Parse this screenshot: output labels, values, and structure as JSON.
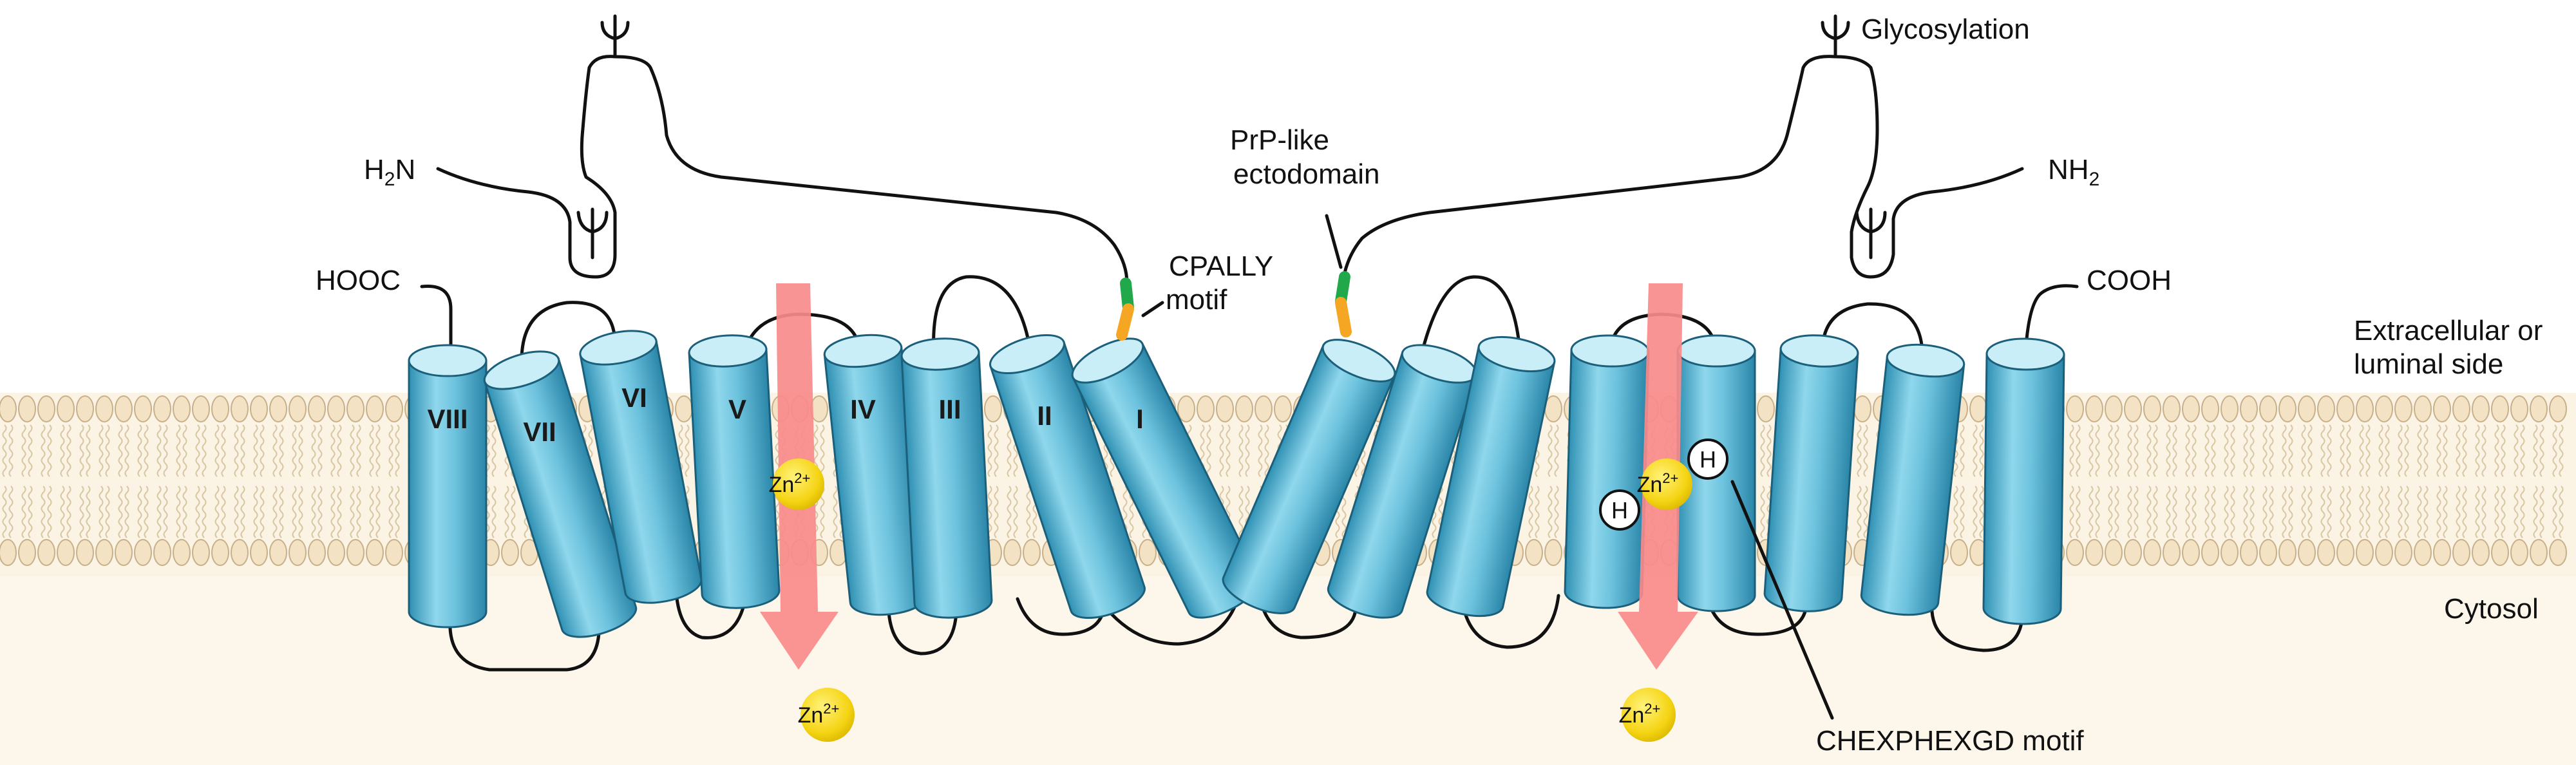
{
  "labels": {
    "glycosylation": "Glycosylation",
    "prp_line1": "PrP-like",
    "prp_line2": "ectodomain",
    "cpally_line1": "CPALLY",
    "cpally_line2": "motif",
    "h2n": "H2N",
    "nh2": "NH2",
    "hooc": "HOOC",
    "cooh": "COOH",
    "extracellular_line1": "Extracellular or",
    "extracellular_line2": "luminal side",
    "cytosol": "Cytosol",
    "chexphexgd": "CHEXPHEXGD motif"
  },
  "helix_numerals": [
    "VIII",
    "VII",
    "VI",
    "V",
    "IV",
    "III",
    "II",
    "I"
  ],
  "ion": {
    "symbol": "Zn",
    "charge": "2+"
  },
  "histidine": "H",
  "colors": {
    "helix_fill": "#7ccbe3",
    "helix_dark": "#3a9cbd",
    "helix_top": "#c9eef8",
    "transport_arrow": "#f98b8b",
    "zinc": "#f5d414",
    "cytosol_bg": "#fdf6ea",
    "lipid_head": "#f3e2c4",
    "lipid_outline": "#c7b08a",
    "prp_green": "#21a84a",
    "prp_orange": "#f5a623"
  }
}
